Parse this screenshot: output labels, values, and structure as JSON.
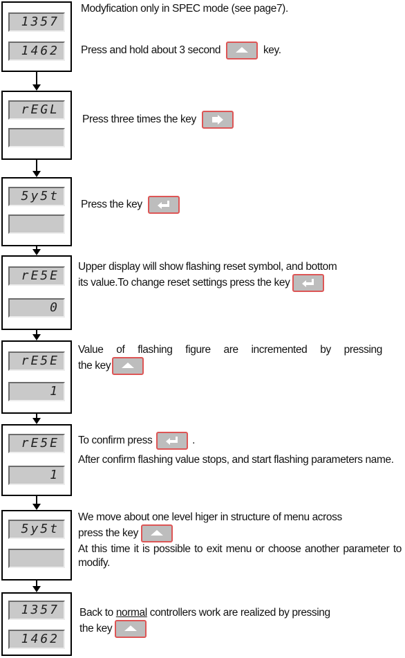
{
  "steps": [
    {
      "upper": "1357",
      "lower": "1462",
      "lines": [
        "Modyfication only in SPEC mode (see page7).",
        "Press and hold about 3 second",
        "key."
      ]
    },
    {
      "upper": "rEGL",
      "lower": "",
      "lines": [
        "Press three times the key"
      ]
    },
    {
      "upper": "5y5t",
      "lower": "",
      "lines": [
        "Press the key"
      ]
    },
    {
      "upper": "rE5E",
      "lower": "0",
      "lines": [
        "Upper display will show flashing reset symbol, and bottom",
        "its value.To change reset settings press the key"
      ]
    },
    {
      "upper": "rE5E",
      "lower": "1",
      "lines": [
        "Value of flashing figure are incremented by pressing",
        "the key"
      ]
    },
    {
      "upper": "rE5E",
      "lower": "1",
      "lines": [
        "To confirm press",
        ".",
        "After confirm flashing value stops, and start flashing parameters name."
      ]
    },
    {
      "upper": "5y5t",
      "lower": "",
      "lines": [
        "We move about one level higer in structure of menu across",
        "press the key",
        "At this time it is possible to exit menu or choose another parameter to modify."
      ]
    },
    {
      "upper": "1357",
      "lower": "1462",
      "lines": [
        "Back to",
        "normal",
        "controllers work are realized by pressing",
        "the key"
      ]
    }
  ],
  "icons": {
    "up": "up-arrow-key-icon",
    "right": "right-arrow-key-icon",
    "enter": "enter-key-icon"
  }
}
